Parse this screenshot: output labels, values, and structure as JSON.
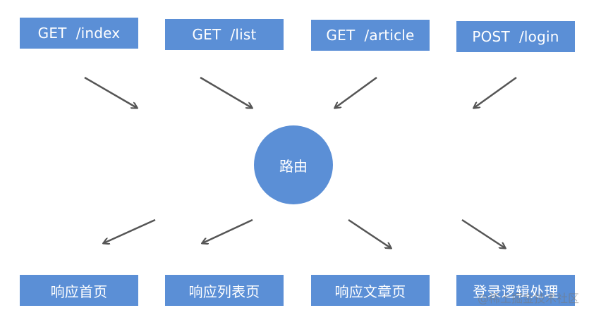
{
  "requests": [
    {
      "label": "GET  /index"
    },
    {
      "label": "GET  /list"
    },
    {
      "label": "GET  /article"
    },
    {
      "label": "POST  /login"
    }
  ],
  "router": {
    "label": "路由"
  },
  "responses": [
    {
      "label": "响应首页"
    },
    {
      "label": "响应列表页"
    },
    {
      "label": "响应文章页"
    },
    {
      "label": "登录逻辑处理"
    }
  ],
  "watermark": "@稀土掘金技术社区",
  "colors": {
    "box_fill": "#5b8fd6",
    "box_text": "#ffffff",
    "arrow": "#555555"
  }
}
